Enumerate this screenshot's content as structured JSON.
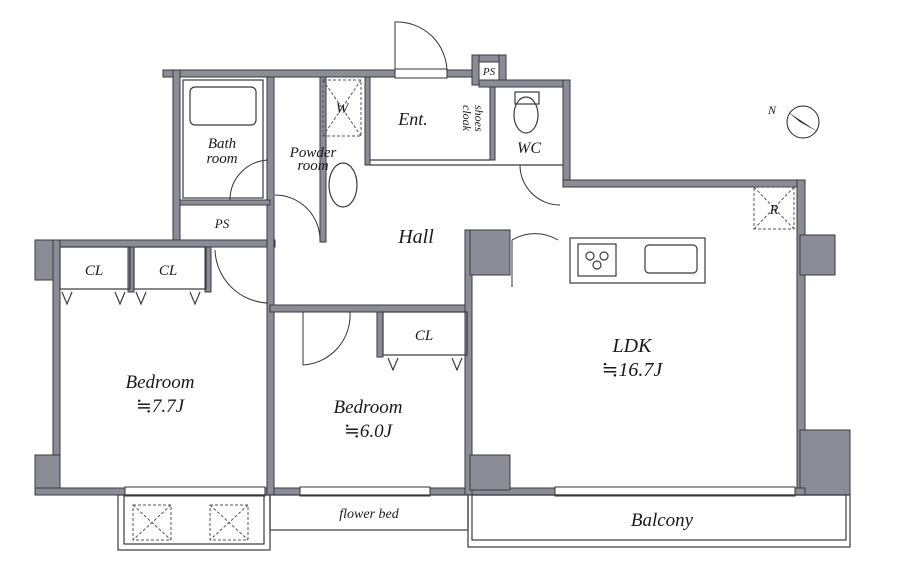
{
  "floor_plan": {
    "rooms": {
      "bath": {
        "line1": "Bath",
        "line2": "room"
      },
      "powder": {
        "line1": "Powder",
        "line2": "room",
        "washer": "W"
      },
      "entrance": "Ent.",
      "shoes_cloak": {
        "line1": "shoes",
        "line2": "cloak"
      },
      "wc": "WC",
      "ps_top": "PS",
      "ps_left": "PS",
      "hall": "Hall",
      "closets": [
        "CL",
        "CL",
        "CL"
      ],
      "bedroom1": {
        "name": "Bedroom",
        "area": "≒7.7J"
      },
      "bedroom2": {
        "name": "Bedroom",
        "area": "≒6.0J"
      },
      "ldk": {
        "name": "LDK",
        "area": "≒16.7J"
      },
      "refrigerator": "R",
      "flower_bed": "flower bed",
      "balcony": "Balcony"
    },
    "compass": {
      "label": "N"
    }
  }
}
